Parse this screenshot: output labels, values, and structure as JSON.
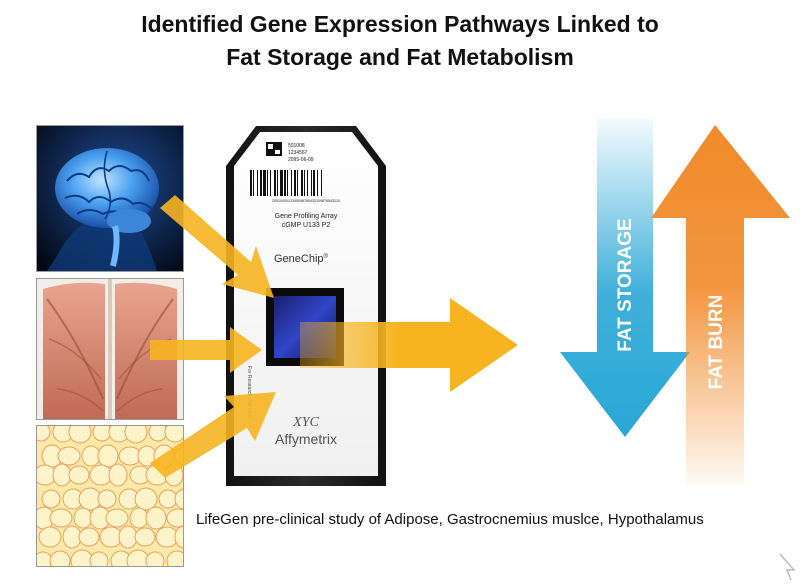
{
  "title": {
    "line1": "Identified Gene Expression Pathways Linked to",
    "line2": "Fat Storage and Fat Metabolism"
  },
  "panels": [
    {
      "name": "brain",
      "icon": "brain-scan-image"
    },
    {
      "name": "muscle",
      "icon": "back-muscle-image"
    },
    {
      "name": "adipose",
      "icon": "adipose-tissue-image"
    }
  ],
  "chip": {
    "barcode_lines": [
      "501008",
      "1234567",
      "2095-06-09"
    ],
    "serial": "2051000012345098765432109876543210",
    "label_line1": "Gene Profiling Array",
    "label_line2": "cGMP U133 P2",
    "brand": "GeneChip",
    "brand_mark": "®",
    "side_text": "For Research Use Only",
    "logo": "XYC",
    "manufacturer": "Affymetrix"
  },
  "arrows": {
    "fat_storage": {
      "label": "FAT STORAGE",
      "color": "#2aa7d6",
      "direction": "down"
    },
    "fat_burn": {
      "label": "FAT BURN",
      "color": "#f18a2a",
      "direction": "up"
    },
    "flow_color": "#f7b421"
  },
  "caption": "LifeGen pre-clinical study of Adipose, Gastrocnemius muslce, Hypothalamus"
}
